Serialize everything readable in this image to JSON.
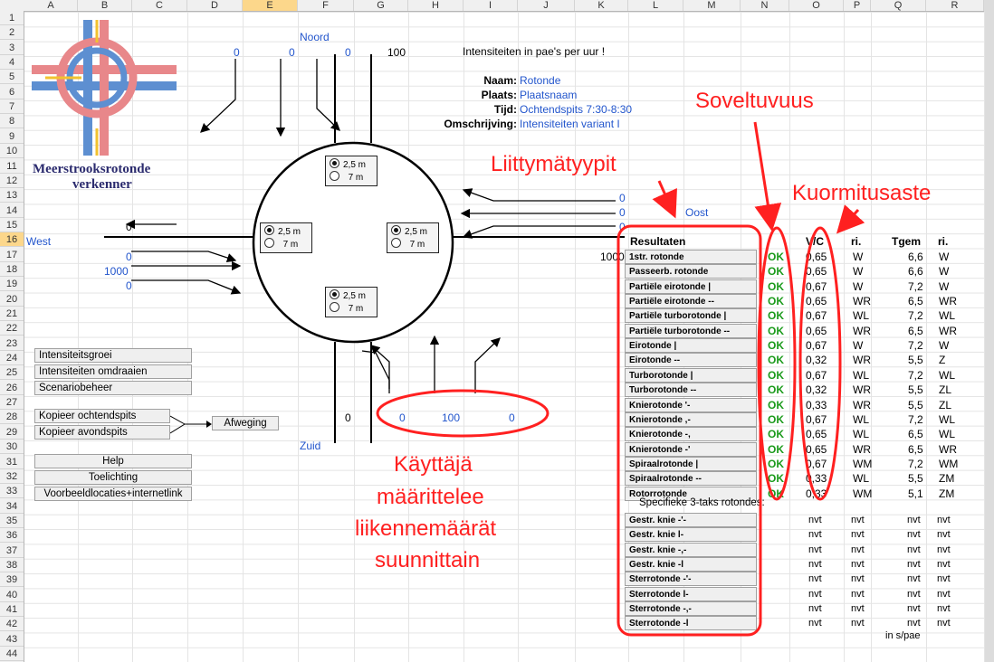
{
  "sheet": {
    "columns": [
      "A",
      "B",
      "C",
      "D",
      "E",
      "F",
      "G",
      "H",
      "I",
      "J",
      "K",
      "L",
      "M",
      "N",
      "O",
      "P",
      "Q",
      "R"
    ],
    "selected_column": "E",
    "rows": [
      "1",
      "2",
      "3",
      "4",
      "5",
      "6",
      "7",
      "8",
      "9",
      "10",
      "11",
      "12",
      "13",
      "14",
      "15",
      "16",
      "17",
      "18",
      "19",
      "20",
      "21",
      "22",
      "23",
      "24",
      "25",
      "26",
      "27",
      "28",
      "29",
      "30",
      "31",
      "32",
      "33",
      "34",
      "35",
      "36",
      "37",
      "38",
      "39",
      "40",
      "41",
      "42",
      "43",
      "44"
    ],
    "selected_row": "16"
  },
  "logo": {
    "line1": "Meerstrooksrotonde",
    "line2": "verkenner"
  },
  "compass": {
    "north": "Noord",
    "east": "Oost",
    "south": "Zuid",
    "west": "West"
  },
  "north_values": {
    "v1": "0",
    "v2": "0",
    "v3": "0",
    "total": "100"
  },
  "east_values": {
    "v1": "0",
    "v2": "0",
    "v3": "0",
    "total": "1000"
  },
  "west_values": {
    "in": "0",
    "v1": "0",
    "v2": "1000",
    "v3": "0"
  },
  "south_values": {
    "v1": "0",
    "v2": "100",
    "v3": "0",
    "total": "0"
  },
  "info": {
    "header": "Intensiteiten in pae's per uur !",
    "naam_label": "Naam:",
    "naam": "Rotonde",
    "plaats_label": "Plaats:",
    "plaats": "Plaatsnaam",
    "tijd_label": "Tijd:",
    "tijd": "Ochtendspits 7:30-8:30",
    "omschrijving_label": "Omschrijving:",
    "omschrijving": "Intensiteiten variant I"
  },
  "lane_options": {
    "a": "2,5 m",
    "b": "7 m"
  },
  "left_buttons": [
    "Intensiteitsgroei",
    "Intensiteiten omdraaien",
    "Scenariobeheer"
  ],
  "copy_buttons": {
    "morning": "Kopieer ochtendspits",
    "evening": "Kopieer avondspits",
    "weigh": "Afweging"
  },
  "help_buttons": [
    "Help",
    "Toelichting",
    "Voorbeeldlocaties+internetlink"
  ],
  "results": {
    "header": "Resultaten",
    "col_vc": "V/C",
    "col_ri": "ri.",
    "col_tgem": "Tgem",
    "col_ri2": "ri.",
    "rows": [
      {
        "name": "1str. rotonde",
        "ok": "OK",
        "vc": "0,65",
        "ri": "W",
        "t": "6,6",
        "ri2": "W"
      },
      {
        "name": "Passeerb. rotonde",
        "ok": "OK",
        "vc": "0,65",
        "ri": "W",
        "t": "6,6",
        "ri2": "W"
      },
      {
        "name": "Partiële eirotonde |",
        "ok": "OK",
        "vc": "0,67",
        "ri": "W",
        "t": "7,2",
        "ri2": "W"
      },
      {
        "name": "Partiële eirotonde --",
        "ok": "OK",
        "vc": "0,65",
        "ri": "WR",
        "t": "6,5",
        "ri2": "WR"
      },
      {
        "name": "Partiële turborotonde |",
        "ok": "OK",
        "vc": "0,67",
        "ri": "WL",
        "t": "7,2",
        "ri2": "WL"
      },
      {
        "name": "Partiële turborotonde --",
        "ok": "OK",
        "vc": "0,65",
        "ri": "WR",
        "t": "6,5",
        "ri2": "WR"
      },
      {
        "name": "Eirotonde        |",
        "ok": "OK",
        "vc": "0,67",
        "ri": "W",
        "t": "7,2",
        "ri2": "W"
      },
      {
        "name": "Eirotonde        --",
        "ok": "OK",
        "vc": "0,32",
        "ri": "WR",
        "t": "5,5",
        "ri2": "Z"
      },
      {
        "name": "Turborotonde |",
        "ok": "OK",
        "vc": "0,67",
        "ri": "WL",
        "t": "7,2",
        "ri2": "WL"
      },
      {
        "name": "Turborotonde --",
        "ok": "OK",
        "vc": "0,32",
        "ri": "WR",
        "t": "5,5",
        "ri2": "ZL"
      },
      {
        "name": "Knierotonde    '-",
        "ok": "OK",
        "vc": "0,33",
        "ri": "WR",
        "t": "5,5",
        "ri2": "ZL"
      },
      {
        "name": "Knierotonde    ,-",
        "ok": "OK",
        "vc": "0,67",
        "ri": "WL",
        "t": "7,2",
        "ri2": "WL"
      },
      {
        "name": "Knierotonde    -,",
        "ok": "OK",
        "vc": "0,65",
        "ri": "WL",
        "t": "6,5",
        "ri2": "WL"
      },
      {
        "name": "Knierotonde    -'",
        "ok": "OK",
        "vc": "0,65",
        "ri": "WR",
        "t": "6,5",
        "ri2": "WR"
      },
      {
        "name": "Spiraalrotonde |",
        "ok": "OK",
        "vc": "0,67",
        "ri": "WM",
        "t": "7,2",
        "ri2": "WM"
      },
      {
        "name": "Spiraalrotonde --",
        "ok": "OK",
        "vc": "0,33",
        "ri": "WL",
        "t": "5,5",
        "ri2": "ZM"
      },
      {
        "name": "Rotorrotonde",
        "ok": "OK",
        "vc": "0,33",
        "ri": "WM",
        "t": "5,1",
        "ri2": "ZM"
      }
    ],
    "specific_label": "Specifieke 3-taks rotondes:",
    "specific_rows": [
      {
        "name": "Gestr. knie  -'-",
        "a": "nvt",
        "b": "nvt",
        "c": "nvt",
        "d": "nvt"
      },
      {
        "name": "Gestr. knie  l-",
        "a": "nvt",
        "b": "nvt",
        "c": "nvt",
        "d": "nvt"
      },
      {
        "name": "Gestr. knie  -,-",
        "a": "nvt",
        "b": "nvt",
        "c": "nvt",
        "d": "nvt"
      },
      {
        "name": "Gestr. knie  -l",
        "a": "nvt",
        "b": "nvt",
        "c": "nvt",
        "d": "nvt"
      },
      {
        "name": "Sterrotonde  -'-",
        "a": "nvt",
        "b": "nvt",
        "c": "nvt",
        "d": "nvt"
      },
      {
        "name": "Sterrotonde  l-",
        "a": "nvt",
        "b": "nvt",
        "c": "nvt",
        "d": "nvt"
      },
      {
        "name": "Sterrotonde  -,-",
        "a": "nvt",
        "b": "nvt",
        "c": "nvt",
        "d": "nvt"
      },
      {
        "name": "Sterrotonde  -l",
        "a": "nvt",
        "b": "nvt",
        "c": "nvt",
        "d": "nvt"
      }
    ],
    "unit_note": "in s/pae"
  },
  "annotations": {
    "soveltuvuus": "Soveltuvuus",
    "liittymatyypit": "Liittymätyypit",
    "kuormitusaste": "Kuormitusaste",
    "kayttaja1": "Käyttäjä",
    "kayttaja2": "määrittelee",
    "kayttaja3": "liikennemäärät",
    "kayttaja4": "suunnittain"
  },
  "colors": {
    "accent_red": "#ff2020",
    "ok_green": "#1a9a1a",
    "link_blue": "#2255cc",
    "selected_header": "#fcd78b"
  }
}
